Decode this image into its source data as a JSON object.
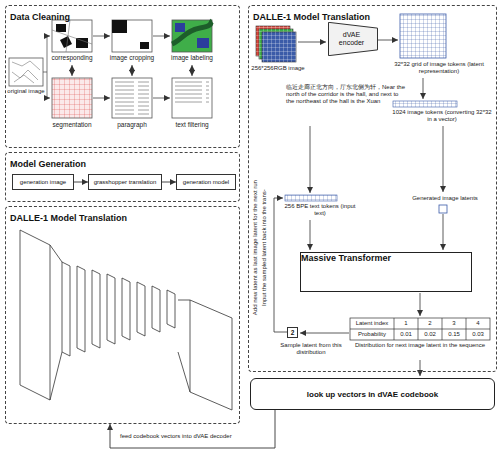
{
  "diagram": {
    "nodes": [
      {
        "text": [
          "Data Cleaning"
        ]
      },
      {
        "text": [
          "DALLE-1 Model Translation"
        ]
      },
      {
        "text": [
          "dVAE encoder"
        ],
        "in": 1
      },
      {
        "text": [
          "Massive Transformer"
        ],
        "in": 1
      },
      {
        "text": [
          "2"
        ],
        "in": 1
      },
      {
        "text": [
          "look up vectors in dVAE codebook"
        ]
      },
      {
        "text": [
          "Model Generation"
        ]
      },
      {
        "text": [
          "generation image"
        ],
        "in": 6
      },
      {
        "text": [
          "grasshopper translation"
        ],
        "in": 6
      },
      {
        "text": [
          "generation model"
        ],
        "in": 6
      },
      {
        "text": [
          "DALLE-1 Model Translation"
        ]
      }
    ],
    "edges": [
      {
        "from": 7,
        "to": 8,
        "arrow": "to"
      },
      {
        "from": 8,
        "to": 9,
        "arrow": "to"
      },
      {
        "from": 5,
        "to": 10,
        "label": "feed codebook vectors into dVAE decoder",
        "arrow": "to"
      }
    ],
    "labels": [
      "original image",
      "corresponding",
      "image cropping",
      "image labeling",
      "segmentation",
      "paragraph",
      "text filtering",
      "256*256RGB image",
      "32*32 grid of image tokens (latent representation)",
      "临近走廊正北方向，厅东北侧为轩，Near the north of the corridor is the hall, and next to the northeast of the hall is the Xuan",
      "1024 image tokens (converting 32*32 in a vector)",
      "256 BPE text tokens (input text)",
      "Generated image latents",
      "Latent index",
      "1",
      "2",
      "3",
      "4",
      "Probability",
      "0.01",
      "0.02",
      "0.15",
      "0.03",
      "Distribution for next image latent in the sequence",
      "Sample latent from this distribution",
      "Add new latent as last image latent for the next run",
      "Input the sampled latent back into the trans-"
    ]
  }
}
